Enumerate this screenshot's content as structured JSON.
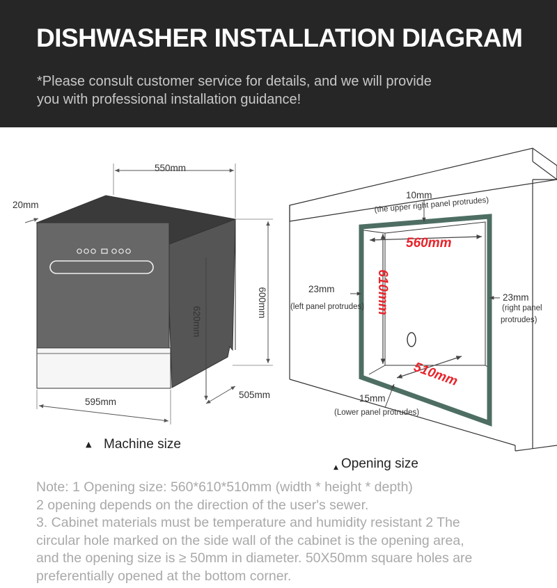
{
  "header": {
    "title": "DISHWASHER INSTALLATION DIAGRAM",
    "subtitle_lines": [
      "*Please consult customer service for details, and we will provide",
      "you with professional installation guidance!"
    ]
  },
  "machine": {
    "width_label": "550mm",
    "depth_top_label": "20mm",
    "height_label": "600mm",
    "door_height_label": "620mm",
    "bottom_width_label": "595mm",
    "depth_label": "505mm",
    "caption": "Machine size",
    "caption_marker": "▲"
  },
  "opening": {
    "top_protrude_value": "10mm",
    "top_protrude_note": "(the upper right panel protrudes)",
    "width_label": "560mm",
    "height_label": "610mm",
    "depth_label": "510mm",
    "left_value": "23mm",
    "left_note": "(left panel protrudes)",
    "right_value": "23mm",
    "right_note_line1": "(right panel",
    "right_note_line2": "protrudes)",
    "bottom_value": "15mm",
    "bottom_note": "(Lower panel protrudes)",
    "caption": "Opening size",
    "caption_marker": "▲"
  },
  "notes": [
    "Note: 1 Opening size: 560*610*510mm (width * height * depth)",
    "2 opening depends on the direction of the user's sewer.",
    "3. Cabinet materials must be temperature and humidity resistant 2 The",
    "circular hole marked on the side wall of the cabinet is the opening area,",
    "and the opening size is ≥ 50mm in diameter. 50X50mm square holes are",
    "preferentially opened at the bottom corner."
  ],
  "colors": {
    "header_bg": "#262626",
    "frame": "#4e6e63",
    "accent_red": "#e8242b",
    "note_text": "#a9a9a9"
  }
}
